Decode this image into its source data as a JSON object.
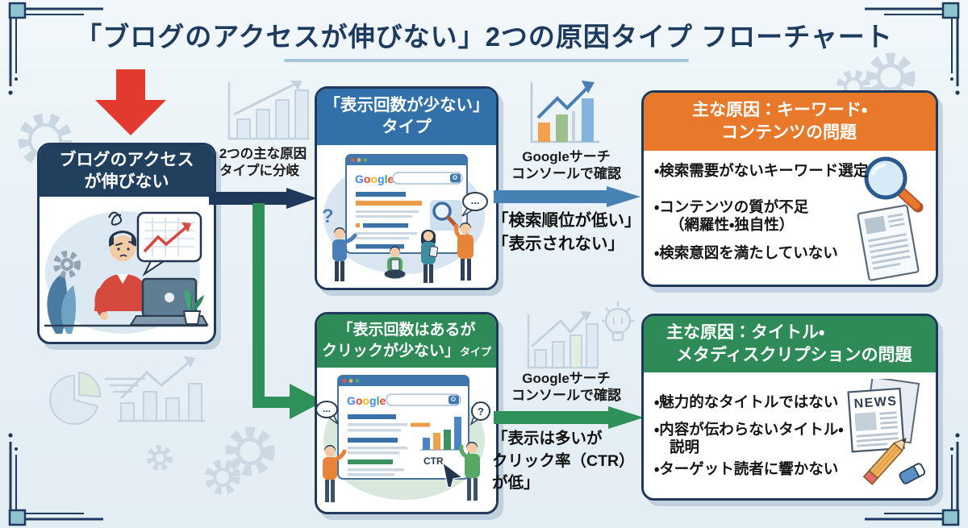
{
  "title": "「ブログのアクセスが伸びない」2つの原因タイプ フローチャート",
  "start_box": {
    "header": {
      "line1": "ブログのアクセス",
      "line2": "が伸びない"
    }
  },
  "branch": {
    "label_line1": "2つの主な原因",
    "label_line2": "タイプに分岐"
  },
  "type1_box": {
    "header": {
      "line1": "「表示回数が少ない」",
      "line2": "タイプ"
    },
    "illustration": {
      "logo_letters": [
        "G",
        "o",
        "o",
        "g",
        "l",
        "e"
      ],
      "bubble_dots": "...",
      "question_mark": "?"
    }
  },
  "type2_box": {
    "header": {
      "line1": "「表示回数はあるが",
      "line2": "クリックが少ない」",
      "suffix": "タイプ"
    },
    "illustration": {
      "logo_letters": [
        "G",
        "o",
        "o",
        "g",
        "l",
        "e"
      ],
      "ctr_label": "CTR",
      "bubble_dots": "...",
      "question_mark": "?"
    }
  },
  "path1": {
    "check_label": {
      "line1": "Googleサーチ",
      "line2": "コンソールで確認"
    },
    "result": {
      "line1": "「検索順位が低い」",
      "line2": "「表示されない」"
    }
  },
  "path2": {
    "check_label": {
      "line1": "Googleサーチ",
      "line2": "コンソールで確認"
    },
    "result": {
      "line1": "「表示は多いが",
      "line2": "クリック率（CTR）",
      "line3": "が低」"
    }
  },
  "cause1_box": {
    "header": {
      "line1": "主な原因：キーワード・",
      "line2": "コンテンツの問題"
    },
    "bullets": [
      "・検索需要がないキーワード選定",
      "・コンテンツの質が不足\n（網羅性・独自性）",
      "・検索意図を満たしていない"
    ]
  },
  "cause2_box": {
    "header": {
      "line1": "主な原因：タイトル・",
      "line2": "メタディスクリプションの問題"
    },
    "bullets": [
      "・魅力的なタイトルではない",
      "・内容が伝わらないタイトル・\n説明",
      "・ターゲット読者に響かない"
    ],
    "news_label": "NEWS"
  },
  "colors": {
    "background": "#e9f2f8",
    "title_navy": "#1c3b5e",
    "navy": "#20395a",
    "blue_header": "#3170a8",
    "blue_arrow": "#4581b3",
    "green": "#2e8b57",
    "green_arrow": "#2f9059",
    "orange_header": "#e8782a",
    "red_arrow": "#e23a2e",
    "decoration": "#c6d5e1"
  }
}
